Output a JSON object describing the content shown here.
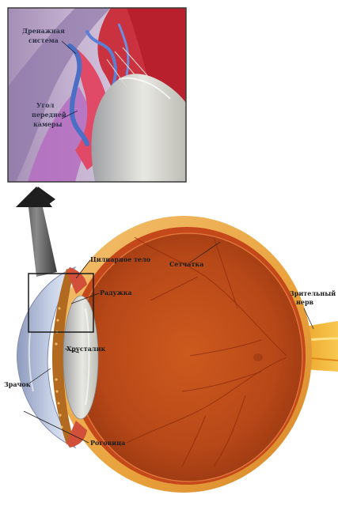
{
  "labels": {
    "drainage_line1": "Дренажная",
    "drainage_line2": "система",
    "angle_line1": "Угол",
    "angle_line2": "передней",
    "angle_line3": "камеры",
    "ciliary_body": "Цилиарное тело",
    "retina": "Сетчатка",
    "iris": "Радужка",
    "optic_nerve_line1": "Зрительный",
    "optic_nerve_line2": "нерв",
    "lens": "Хрусталик",
    "pupil": "Зрачок",
    "cornea": "Роговица"
  },
  "colors": {
    "sclera": "#e9a23c",
    "choroid": "#c4481a",
    "interior": "#b84818",
    "cornea": "#b8c4dc",
    "lens": "#cfcfc7",
    "iris_inset": "#d0304a",
    "drainage": "#4a6fc4",
    "anterior_chamber": "#b56cc0",
    "optic_nerve": "#f2b133",
    "arrow": "#555555"
  }
}
